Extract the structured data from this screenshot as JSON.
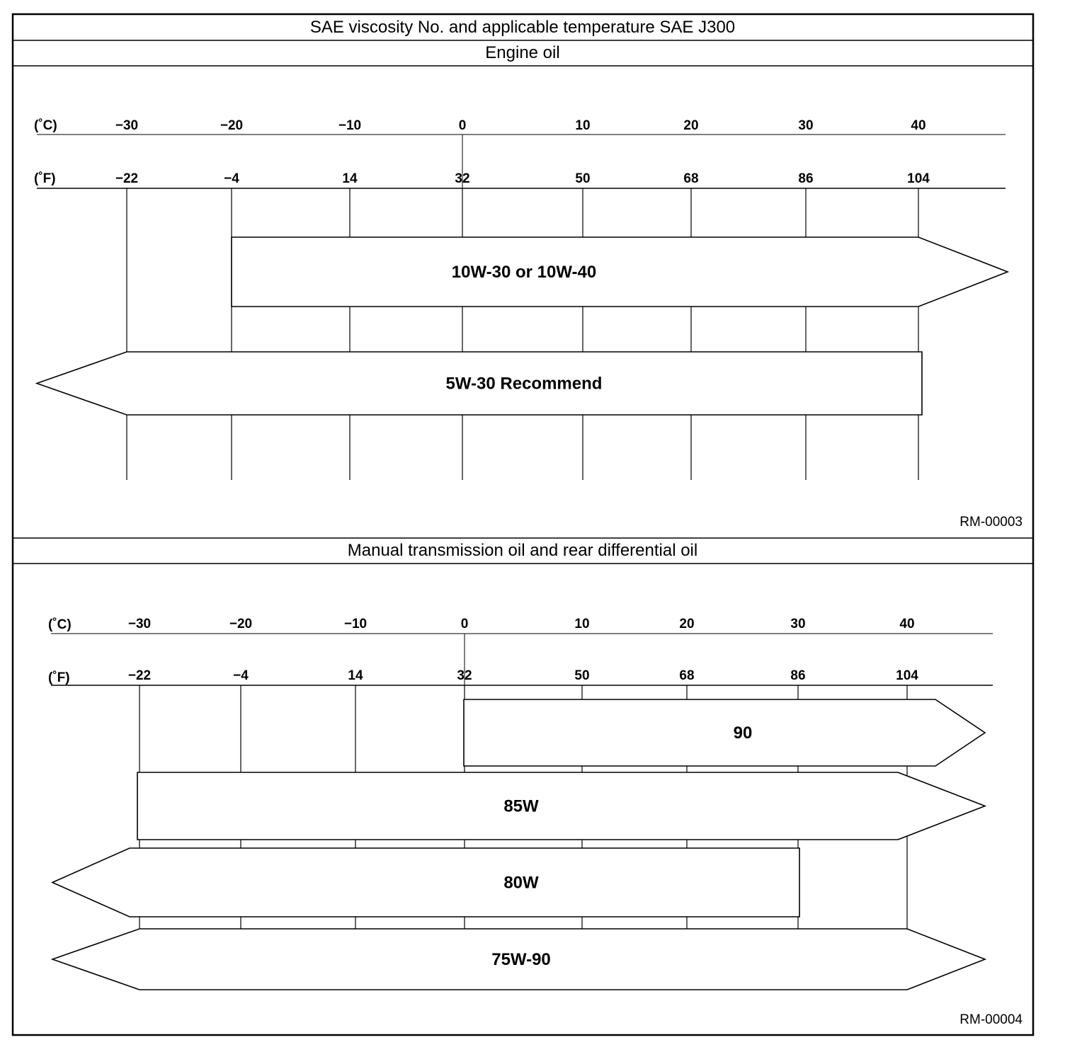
{
  "title": "SAE viscosity No. and applicable temperature SAE J300",
  "colors": {
    "line": "#000000",
    "background": "#ffffff"
  },
  "charts": [
    {
      "heading": "Engine oil",
      "reference": "RM-00003",
      "celsius_unit": "(˚C)",
      "fahrenheit_unit": "(˚F)",
      "celsius_ticks": [
        "−30",
        "−20",
        "−10",
        "0",
        "10",
        "20",
        "30",
        "40"
      ],
      "fahrenheit_ticks": [
        "−22",
        "−4",
        "14",
        "32",
        "50",
        "68",
        "86",
        "104"
      ],
      "bands": [
        {
          "label": "10W-30 or 10W-40",
          "from_c": -20,
          "to_c": 40,
          "open_low": false,
          "open_high": true
        },
        {
          "label": "5W-30 Recommend",
          "from_c": -30,
          "to_c": 40,
          "open_low": true,
          "open_high": false
        }
      ]
    },
    {
      "heading": "Manual transmission oil and rear differential oil",
      "reference": "RM-00004",
      "celsius_unit": "(˚C)",
      "fahrenheit_unit": "(˚F)",
      "celsius_ticks": [
        "−30",
        "−20",
        "−10",
        "0",
        "10",
        "20",
        "30",
        "40"
      ],
      "fahrenheit_ticks": [
        "−22",
        "−4",
        "14",
        "32",
        "50",
        "68",
        "86",
        "104"
      ],
      "bands": [
        {
          "label": "90",
          "from_c": 0,
          "to_c": 40,
          "open_low": false,
          "open_high": true
        },
        {
          "label": "85W",
          "from_c": -30,
          "to_c": 40,
          "open_low": false,
          "open_high": true
        },
        {
          "label": "80W",
          "from_c": -30,
          "to_c": 30,
          "open_low": true,
          "open_high": false
        },
        {
          "label": "75W-90",
          "from_c": -30,
          "to_c": 40,
          "open_low": true,
          "open_high": true
        }
      ]
    }
  ]
}
